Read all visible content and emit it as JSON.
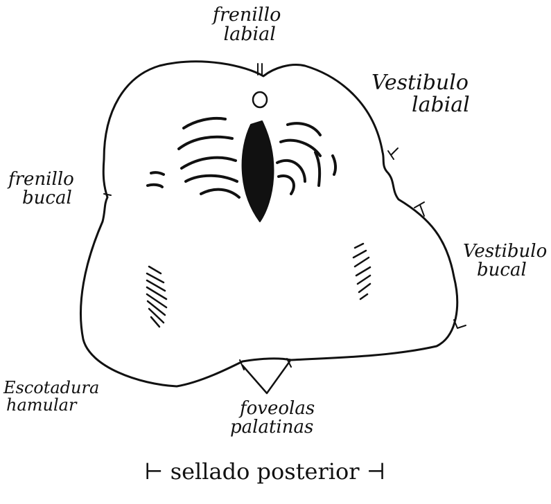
{
  "labels": {
    "frenillo_labial": [
      "frenillo",
      "labial"
    ],
    "vestibulo_labial": [
      "Vestibulo",
      "labial"
    ],
    "frenillo_bucal": [
      "frenillo",
      "bucal"
    ],
    "vestibulo_bucal": [
      "Vestibulo",
      "bucal"
    ],
    "escotadura_hamular": [
      "Escotadura",
      "hamular"
    ],
    "foveolas_palatinas": [
      "foveolas",
      "palatinas"
    ],
    "sellado_posterior": "⊢ sellado posterior ⊣"
  },
  "colors": {
    "ink": "#111111",
    "paper": "#ffffff"
  }
}
